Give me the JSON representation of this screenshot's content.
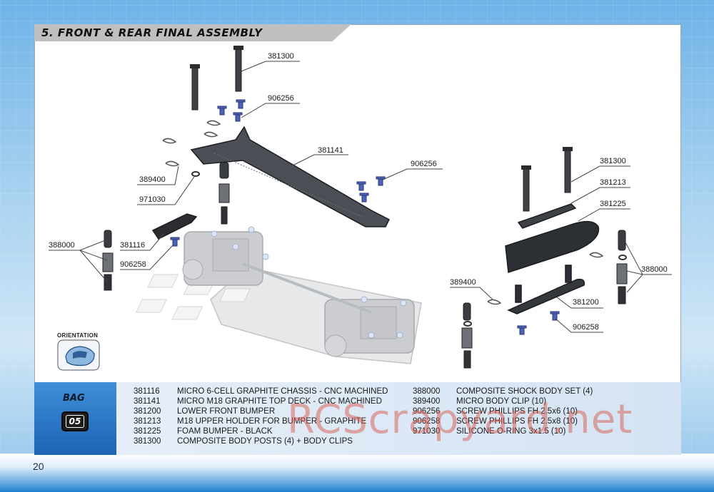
{
  "page": {
    "number": "20"
  },
  "section": {
    "title": "5. FRONT & REAR FINAL ASSEMBLY"
  },
  "orientation": {
    "label": "ORIENTATION"
  },
  "bag": {
    "label": "BAG",
    "number": "05"
  },
  "callouts": [
    {
      "id": "c1",
      "text": "381300"
    },
    {
      "id": "c2",
      "text": "906256"
    },
    {
      "id": "c3",
      "text": "381141"
    },
    {
      "id": "c4",
      "text": "906256"
    },
    {
      "id": "c5",
      "text": "389400"
    },
    {
      "id": "c6",
      "text": "971030"
    },
    {
      "id": "c7",
      "text": "388000"
    },
    {
      "id": "c8",
      "text": "381116"
    },
    {
      "id": "c9",
      "text": "906258"
    },
    {
      "id": "c10",
      "text": "381300"
    },
    {
      "id": "c11",
      "text": "381213"
    },
    {
      "id": "c12",
      "text": "381225"
    },
    {
      "id": "c13",
      "text": "389400"
    },
    {
      "id": "c14",
      "text": "388000"
    },
    {
      "id": "c15",
      "text": "381200"
    },
    {
      "id": "c16",
      "text": "906258"
    }
  ],
  "parts_left": [
    {
      "number": "381116",
      "description": "MICRO 6-CELL GRAPHITE CHASSIS - CNC MACHINED"
    },
    {
      "number": "381141",
      "description": "MICRO M18 GRAPHITE TOP DECK - CNC MACHINED"
    },
    {
      "number": "381200",
      "description": "LOWER FRONT BUMPER"
    },
    {
      "number": "381213",
      "description": "M18 UPPER HOLDER FOR BUMPER - GRAPHITE"
    },
    {
      "number": "381225",
      "description": "FOAM BUMPER - BLACK"
    },
    {
      "number": "381300",
      "description": "COMPOSITE BODY POSTS (4) + BODY CLIPS"
    }
  ],
  "parts_right": [
    {
      "number": "388000",
      "description": "COMPOSITE SHOCK BODY SET (4)"
    },
    {
      "number": "389400",
      "description": "MICRO BODY CLIP (10)"
    },
    {
      "number": "906256",
      "description": "SCREW PHILLIPS FH 2.5x6  (10)"
    },
    {
      "number": "906258",
      "description": "SCREW PHILLIPS FH 2.5x8  (10)"
    },
    {
      "number": "971030",
      "description": "SILICONE O-RING 3x1.5  (10)"
    }
  ],
  "watermark": {
    "text": "RCScrapyard.net"
  },
  "colors": {
    "accent_blue": "#1d63b4",
    "panel_light": "#d4e3f3",
    "watermark": "#d66052"
  }
}
